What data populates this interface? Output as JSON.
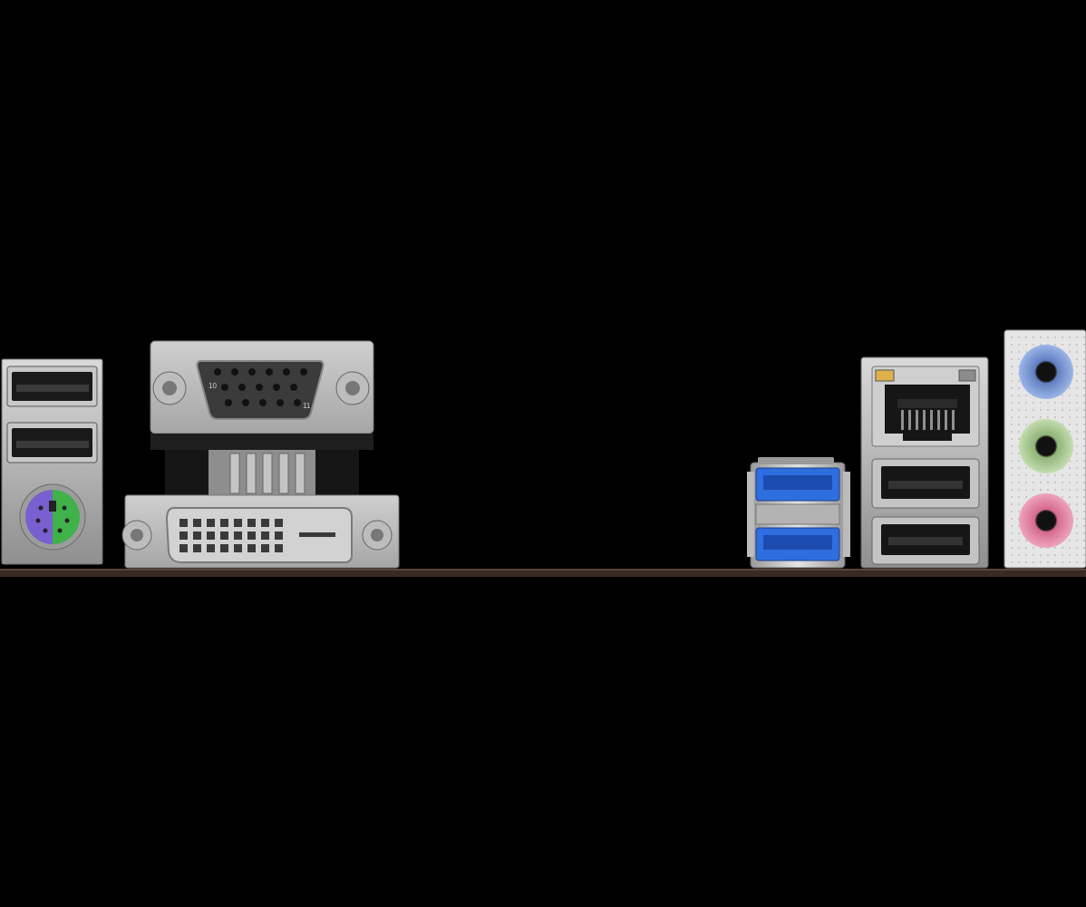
{
  "scene": {
    "subject": "motherboard-rear-io-panel",
    "background_color": "#000000",
    "pcb_color": "#3a2a22"
  },
  "ports": [
    {
      "kind": "usb-2.0-stack",
      "count": 2,
      "color": "#2a2a2a"
    },
    {
      "kind": "ps2-combo",
      "colors": [
        "#7a5fd0",
        "#3fb24a"
      ]
    },
    {
      "kind": "vga-d-sub",
      "pin_labels": [
        "10",
        "11"
      ]
    },
    {
      "kind": "dvi-d"
    },
    {
      "kind": "usb-3.x-stack",
      "count": 2,
      "color": "#2f6ee0"
    },
    {
      "kind": "rj45-lan"
    },
    {
      "kind": "usb-2.0-stack",
      "count": 2,
      "color": "#2a2a2a"
    },
    {
      "kind": "audio-jacks",
      "colors": [
        "#8aa9e0",
        "#b6d49a",
        "#e58aa9"
      ]
    }
  ],
  "vga_pin_labels": {
    "left": "10",
    "right": "11"
  }
}
